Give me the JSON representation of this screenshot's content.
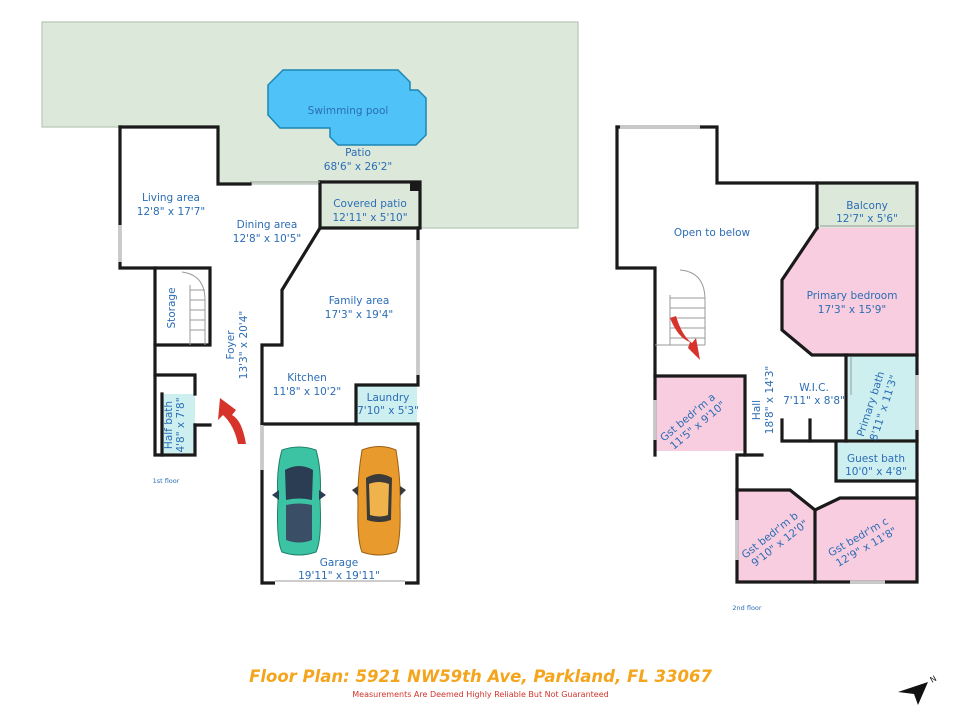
{
  "rooms_1st": {
    "patio": {
      "name": "Patio",
      "dim": "68'6\" x 26'2\""
    },
    "pool": {
      "name": "Swimming pool"
    },
    "living": {
      "name": "Living area",
      "dim": "12'8\" x 17'7\""
    },
    "dining": {
      "name": "Dining area",
      "dim": "12'8\" x 10'5\""
    },
    "covered_patio": {
      "name": "Covered patio",
      "dim": "12'11\" x 5'10\""
    },
    "family": {
      "name": "Family area",
      "dim": "17'3\" x 19'4\""
    },
    "storage": {
      "name": "Storage"
    },
    "foyer": {
      "name": "Foyer",
      "dim": "13'3\" x 20'4\""
    },
    "kitchen": {
      "name": "Kitchen",
      "dim": "11'8\" x 10'2\""
    },
    "laundry": {
      "name": "Laundry",
      "dim": "7'10\" x 5'3\""
    },
    "half_bath": {
      "name": "Half bath",
      "dim": "4'8\" x 7'8\""
    },
    "garage": {
      "name": "Garage",
      "dim": "19'11\" x 19'11\""
    }
  },
  "rooms_2nd": {
    "open": {
      "name": "Open to below"
    },
    "balcony": {
      "name": "Balcony",
      "dim": "12'7\" x 5'6\""
    },
    "primary_bed": {
      "name": "Primary bedroom",
      "dim": "17'3\" x 15'9\""
    },
    "wic": {
      "name": "W.I.C.",
      "dim": "7'11\" x 8'8\""
    },
    "primary_bath": {
      "name": "Primary bath",
      "dim": "8'11\" x 11'3\""
    },
    "hall": {
      "name": "Hall",
      "dim": "18'8\" x 14'3\""
    },
    "gst_a": {
      "name": "Gst bedr'm a",
      "dim": "11'5\" x 9'10\""
    },
    "guest_bath": {
      "name": "Guest bath",
      "dim": "10'0\" x 4'8\""
    },
    "gst_b": {
      "name": "Gst bedr'm b",
      "dim": "9'10\" x 12'0\""
    },
    "gst_c": {
      "name": "Gst bedr'm c",
      "dim": "12'9\" x 11'8\""
    }
  },
  "floor_labels": {
    "first": "1st floor",
    "second": "2nd floor"
  },
  "footer": {
    "title": "Floor Plan: 5921 NW59th Ave, Parkland, FL 33067",
    "subtitle": "Measurements Are Deemed Highly Reliable But Not Guaranteed"
  },
  "compass": {
    "letter": "N"
  },
  "colors": {
    "patio": "#dce9da",
    "pool": "#4fc3f7",
    "bedroom": "#f8cde0",
    "bath": "#cdeff0",
    "label": "#2b6db5",
    "footer_title": "#f4a51d",
    "footer_sub": "#d0362d",
    "car_teal": "#3cc3a4",
    "car_orange": "#e89a2c",
    "arrow": "#d6342b"
  }
}
